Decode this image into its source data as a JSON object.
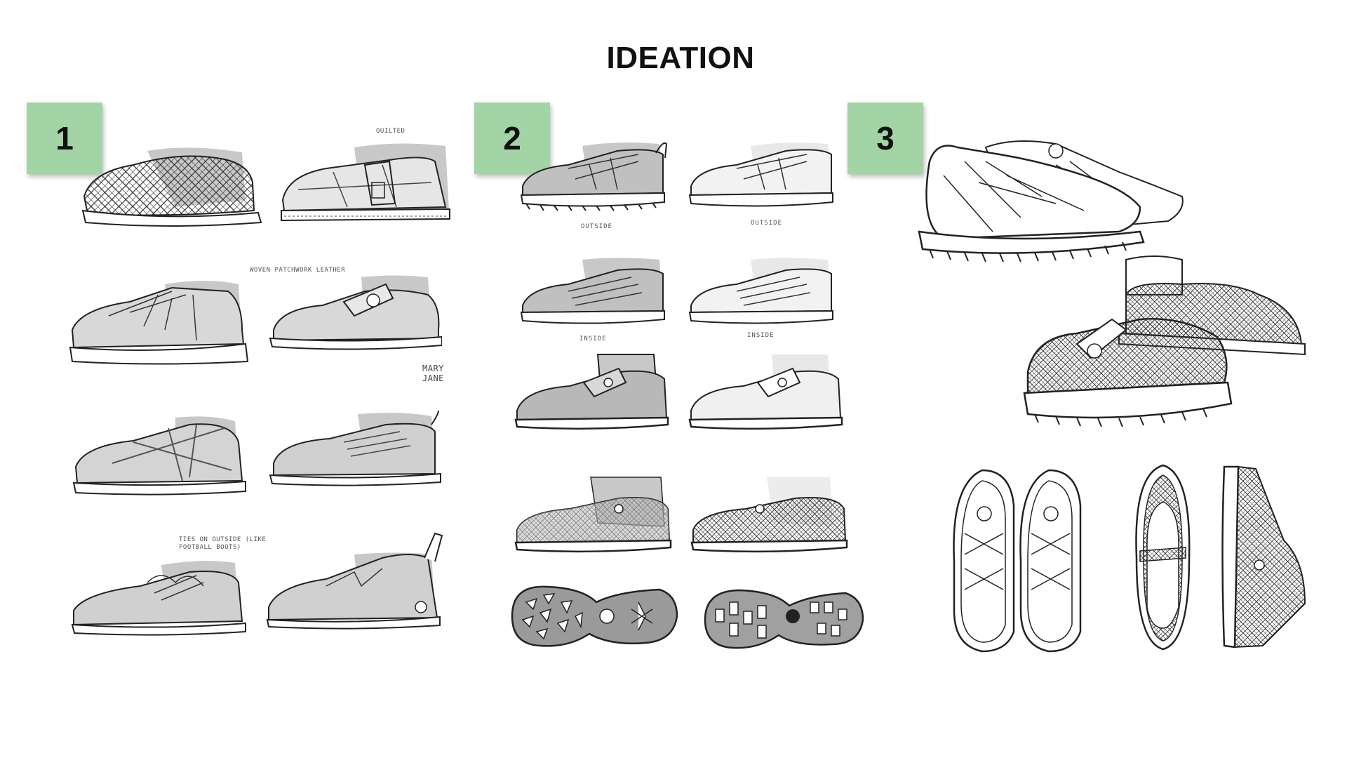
{
  "title": "IDEATION",
  "groups": [
    {
      "number": "1"
    },
    {
      "number": "2"
    },
    {
      "number": "3"
    }
  ],
  "annotations": {
    "quilted": "QUILTED",
    "woven_patchwork": "WOVEN PATCHWORK LEATHER",
    "mary_jane": "MARY JANE",
    "ties_outside": "TIES ON OUTSIDE (LIKE FOOTBALL BOOTS)",
    "outside_1": "OUTSIDE",
    "outside_2": "OUTSIDE",
    "inside_1": "INSIDE",
    "inside_2": "INSIDE"
  },
  "colors": {
    "sticky": "#a3d4a5",
    "shading": "#c8c8c8",
    "ink": "#222222"
  }
}
